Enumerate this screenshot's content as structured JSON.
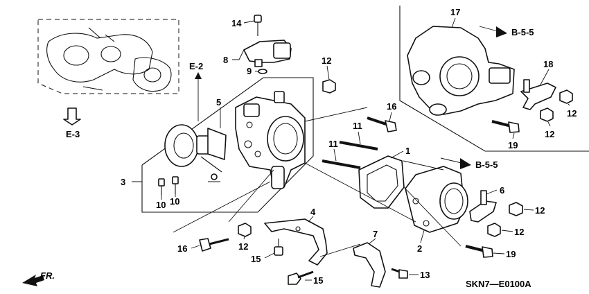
{
  "callouts": {
    "p1": "1",
    "p2": "2",
    "p3": "3",
    "p4": "4",
    "p5": "5",
    "p6": "6",
    "p7": "7",
    "p8": "8",
    "p9": "9",
    "p10a": "10",
    "p10b": "10",
    "p11a": "11",
    "p11b": "11",
    "p12a": "12",
    "p12b": "12",
    "p12c": "12",
    "p12d": "12",
    "p12e": "12",
    "p12f": "12",
    "p13": "13",
    "p14": "14",
    "p15a": "15",
    "p15b": "15",
    "p16a": "16",
    "p16b": "16",
    "p17": "17",
    "p18": "18",
    "p19a": "19",
    "p19b": "19"
  },
  "references": {
    "e2": "E-2",
    "e3": "E-3",
    "b55_top": "B-5-5",
    "b55_mid": "B-5-5",
    "front": "FR."
  },
  "diagram_code": "SKN7—E0100A"
}
